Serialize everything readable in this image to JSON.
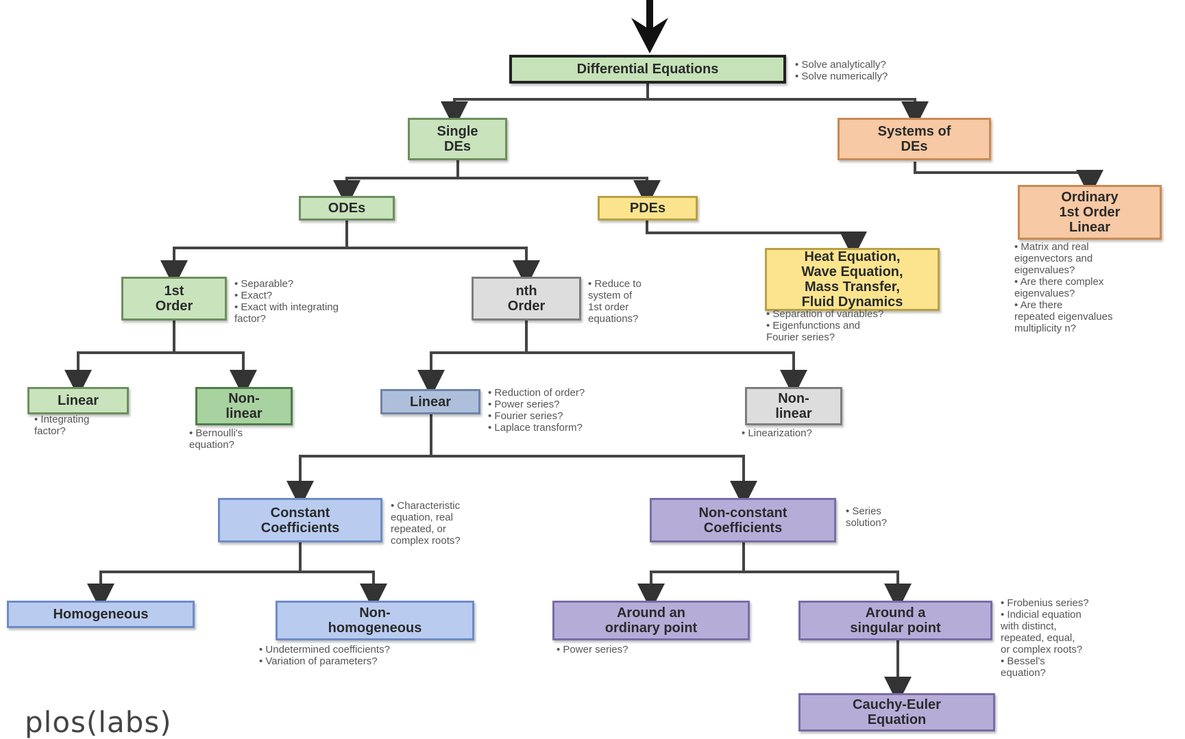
{
  "nodes": {
    "differential_equations": "Differential Equations",
    "single_des": "Single\nDEs",
    "systems_of_des": "Systems of\nDEs",
    "odes": "ODEs",
    "pdes": "PDEs",
    "ordinary_1st_order_linear": "Ordinary\n1st Order\nLinear",
    "heat_wave_equations": "Heat Equation,\nWave Equation,\nMass Transfer,\nFluid Dynamics",
    "first_order": "1st\nOrder",
    "nth_order": "nth\nOrder",
    "first_linear": "Linear",
    "first_nonlinear": "Non-\nlinear",
    "nth_linear": "Linear",
    "nth_nonlinear": "Non-\nlinear",
    "constant_coefficients": "Constant\nCoefficients",
    "nonconstant_coefficients": "Non-constant\nCoefficients",
    "homogeneous": "Homogeneous",
    "non_homogeneous": "Non-\nhomogeneous",
    "around_ordinary_point": "Around an\nordinary point",
    "around_singular_point": "Around a\nsingular point",
    "cauchy_euler": "Cauchy-Euler\nEquation"
  },
  "notes": {
    "root": [
      "• Solve analytically?",
      "• Solve numerically?"
    ],
    "first_order": [
      "• Separable?",
      "• Exact?",
      "• Exact with integrating",
      "  factor?"
    ],
    "nth_order": [
      "• Reduce to",
      "  system of",
      "  1st order",
      "  equations?"
    ],
    "first_linear": [
      "• Integrating",
      "  factor?"
    ],
    "first_nonlinear": [
      "• Bernoulli's",
      "  equation?"
    ],
    "nth_linear": [
      "• Reduction of order?",
      "• Power series?",
      "• Fourier series?",
      "• Laplace transform?"
    ],
    "nth_nonlinear": [
      "• Linearization?"
    ],
    "constant_coefficients": [
      "• Characteristic",
      "  equation, real",
      "  repeated, or",
      "  complex roots?"
    ],
    "nonconstant_coefficients": [
      "• Series",
      "  solution?"
    ],
    "non_homogeneous": [
      "• Undetermined coefficients?",
      "• Variation of parameters?"
    ],
    "around_ordinary_point": [
      "• Power series?"
    ],
    "around_singular_point": [
      "• Frobenius series?",
      "• Indicial equation",
      "  with distinct,",
      "  repeated, equal,",
      "  or complex roots?",
      "• Bessel's",
      "  equation?"
    ],
    "heat_wave_equations": [
      "• Separation of variables?",
      "• Eigenfunctions and",
      "  Fourier series?"
    ],
    "ordinary_1st_order_linear": [
      "• Matrix and real",
      "  eigenvectors and",
      "  eigenvalues?",
      "• Are there complex",
      "  eigenvalues?",
      "• Are there",
      "  repeated eigenvalues",
      "  multiplicity n?"
    ]
  },
  "logo": "plos(labs)",
  "colors": {
    "green": "#c9e3bd",
    "orange": "#f7c9a4",
    "yellow": "#fbe48d",
    "grey": "#dddddd",
    "blue": "#b9ccf0",
    "purple": "#b6acd8"
  }
}
